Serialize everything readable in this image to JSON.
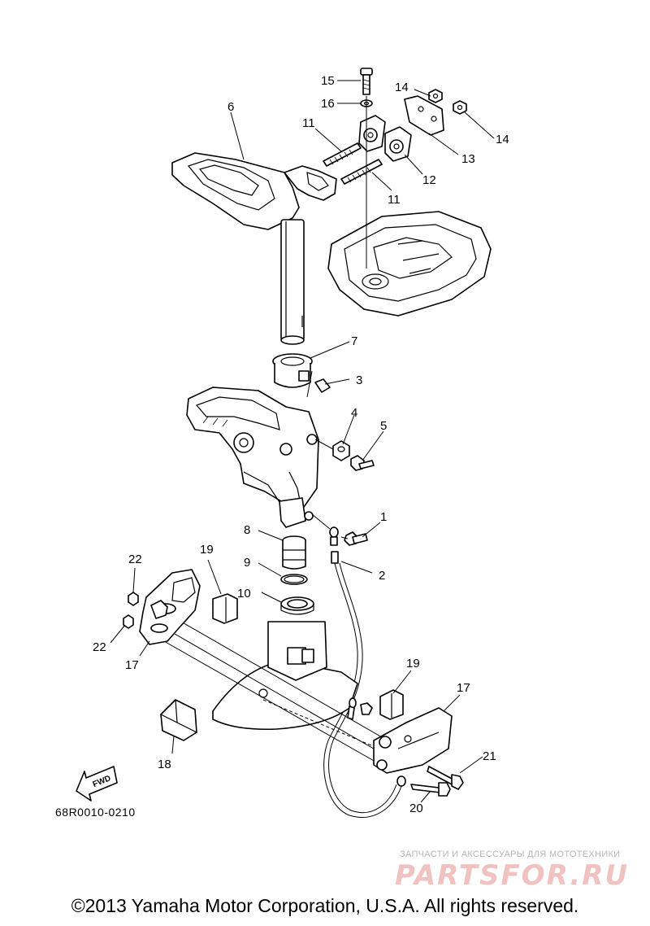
{
  "callouts": {
    "c1": "1",
    "c2": "2",
    "c3": "3",
    "c4": "4",
    "c5": "5",
    "c6": "6",
    "c7": "7",
    "c8": "8",
    "c9": "9",
    "c10": "10",
    "c11a": "11",
    "c11b": "11",
    "c12": "12",
    "c13": "13",
    "c14a": "14",
    "c14b": "14",
    "c15": "15",
    "c16": "16",
    "c17a": "17",
    "c17b": "17",
    "c18": "18",
    "c19a": "19",
    "c19b": "19",
    "c20": "20",
    "c21": "21",
    "c22a": "22",
    "c22b": "22"
  },
  "fwd_label": "FWD",
  "diagram_code": "68R0010-0210",
  "watermark": {
    "tagline": "ЗАПЧАСТИ И АКСЕССУАРЫ ДЛЯ МОТОТЕХНИКИ",
    "brand": "PARTSFOR.RU"
  },
  "copyright": "©2013 Yamaha Motor Corporation, U.S.A. All rights reserved."
}
